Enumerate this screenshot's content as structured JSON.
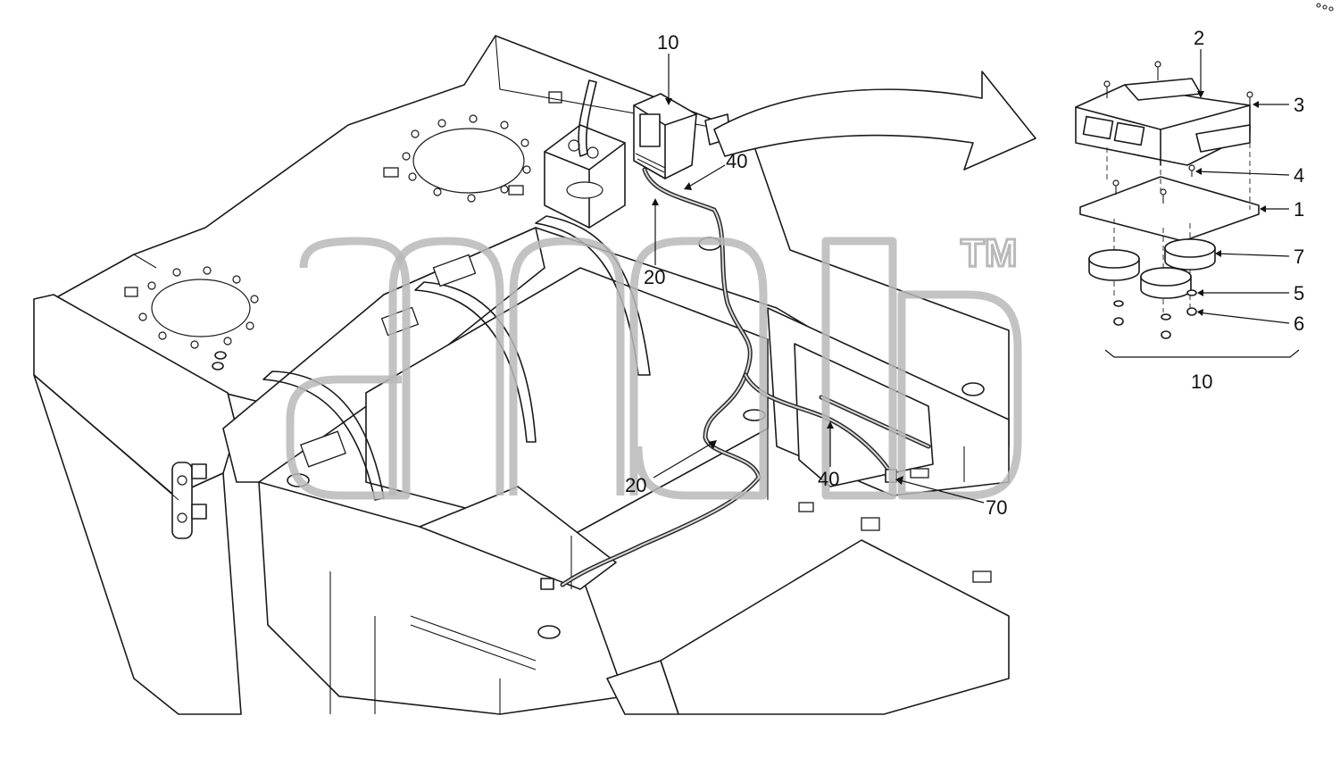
{
  "diagram": {
    "callouts_main": [
      "10",
      "40",
      "20",
      "20",
      "40",
      "70"
    ],
    "callouts_detail": [
      "2",
      "3",
      "4",
      "1",
      "7",
      "5",
      "6",
      "10"
    ]
  },
  "watermark": {
    "tm": "TM",
    "color": "#b9b9b9"
  },
  "colors": {
    "line": "#1a1a1a",
    "background": "#ffffff"
  }
}
